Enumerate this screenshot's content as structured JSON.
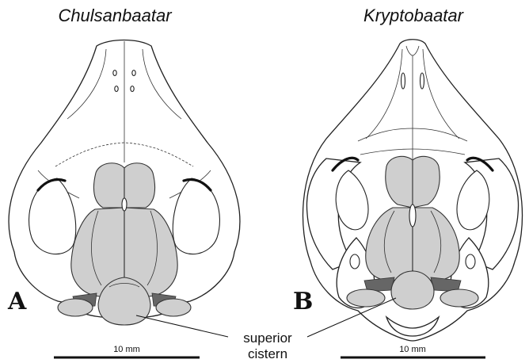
{
  "panel_a": {
    "title": "Chulsanbaatar",
    "letter": "A",
    "scale_label": "10 mm"
  },
  "panel_b": {
    "title": "Kryptobaatar",
    "letter": "B",
    "scale_label": "10 mm"
  },
  "annotation": {
    "line1": "superior",
    "line2": "cistern"
  },
  "colors": {
    "endocast_fill": "#cfcfcf",
    "outline": "#222222",
    "background": "#ffffff"
  }
}
